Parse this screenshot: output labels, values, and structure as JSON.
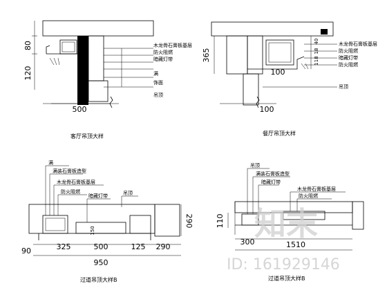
{
  "details": [
    {
      "title": "客厅吊顶大样",
      "dims_horizontal": [
        "500"
      ],
      "dims_vertical": [
        "80",
        "120"
      ],
      "labels": [
        "木龙骨石膏板基层",
        "防火阻燃",
        "暗藏灯带",
        "满",
        "饰面",
        "吊顶"
      ]
    },
    {
      "title": "餐厅吊顶大样",
      "dims_horizontal": [
        "100",
        "100"
      ],
      "dims_vertical": [
        "365",
        "40",
        "18",
        "118"
      ],
      "labels": [
        "木龙骨石膏板基层",
        "防火阻燃",
        "暗藏灯带",
        "防火阻燃",
        "吊顶"
      ]
    },
    {
      "title": "过道吊顶大样B",
      "dims_horizontal": [
        "90",
        "325",
        "500",
        "125",
        "290",
        "950",
        "150"
      ],
      "dims_vertical": [
        "290"
      ],
      "labels": [
        "满",
        "满装石膏板造型",
        "木龙骨石膏板基层",
        "防火阻燃",
        "暗藏灯带",
        "吊顶"
      ]
    },
    {
      "title": "过道吊顶大样B",
      "dims_horizontal": [
        "300",
        "1510"
      ],
      "dims_vertical": [
        "110"
      ],
      "labels": [
        "吊顶",
        "满装石膏板造型",
        "暗藏灯带",
        "木龙骨石膏板基层",
        "防火阻燃"
      ]
    }
  ],
  "watermark": {
    "logo_text": "知末",
    "id_text": "ID: 161929146"
  }
}
